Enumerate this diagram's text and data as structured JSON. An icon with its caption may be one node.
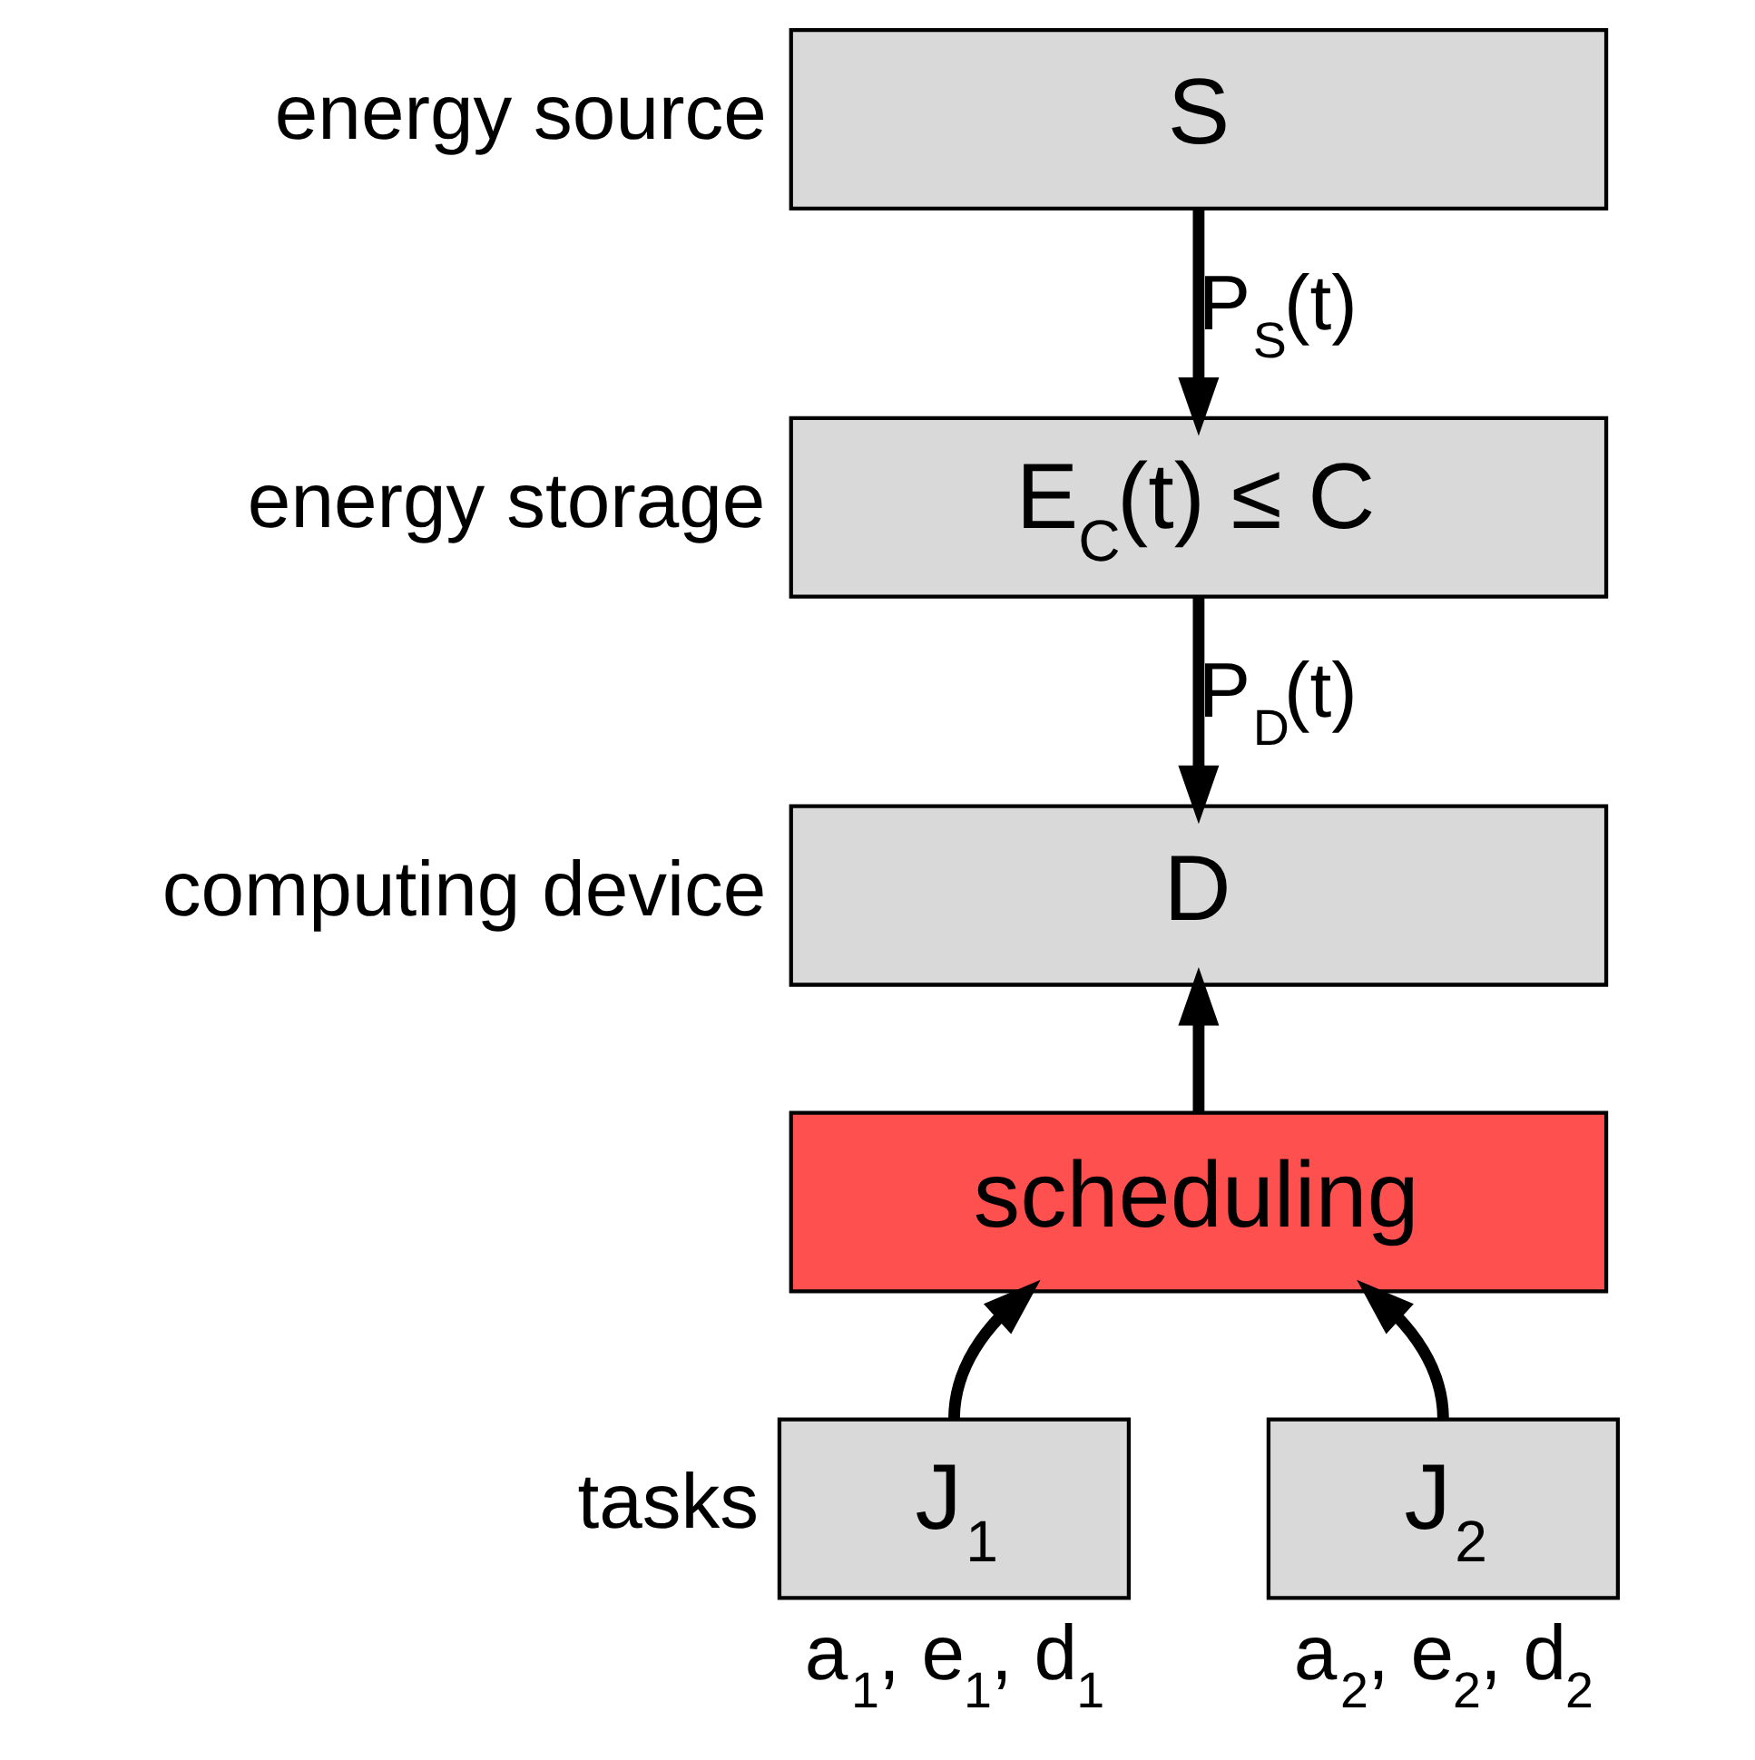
{
  "diagram": {
    "nodes": [
      {
        "text": [
          "S"
        ],
        "beside": [
          "energy source"
        ]
      },
      {
        "text": [
          "E$_{C}$(t) ≤ C"
        ],
        "beside": [
          "energy storage"
        ]
      },
      {
        "text": [
          "D"
        ],
        "beside": [
          "computing device"
        ]
      },
      {
        "text": [
          "scheduling"
        ]
      },
      {
        "text": [
          "J$_{1}$"
        ],
        "beside": [
          "tasks",
          "a$_{1}$, e$_{1}$, d$_{1}$"
        ]
      },
      {
        "text": [
          "J$_{2}$"
        ],
        "beside": [
          "a$_{2}$, e$_{2}$, d$_{2}$"
        ]
      }
    ],
    "edges": [
      {
        "from": 0,
        "to": 1,
        "arrow": "to",
        "label": "P$_{S}$(t)"
      },
      {
        "from": 1,
        "to": 2,
        "arrow": "to",
        "label": "P$_{D}$(t)"
      },
      {
        "from": 3,
        "to": 2,
        "arrow": "to"
      },
      {
        "from": 4,
        "to": 3,
        "arrow": "to"
      },
      {
        "from": 5,
        "to": 3,
        "arrow": "to"
      }
    ]
  }
}
